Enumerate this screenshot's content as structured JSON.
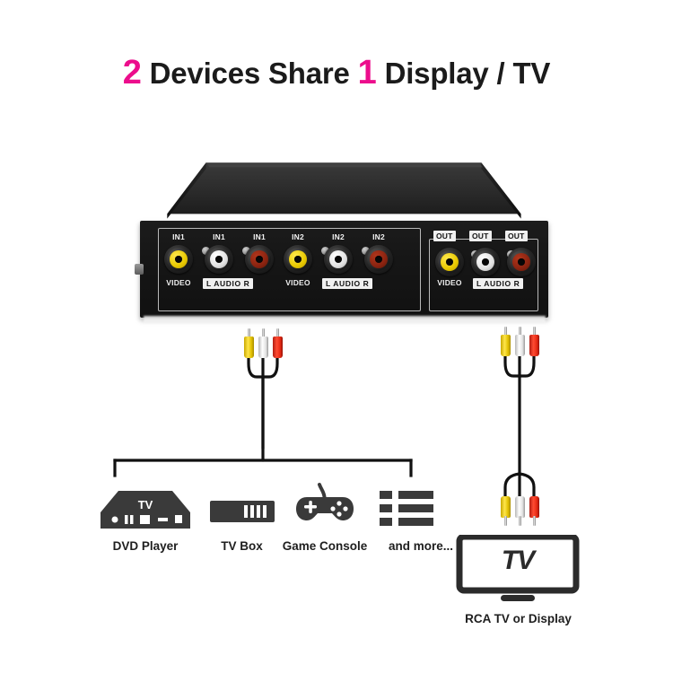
{
  "title": {
    "part1_num": "2",
    "part2": "Devices Share",
    "part3_num": "1",
    "part4": "Display / TV",
    "accent_color": "#ec0d8c",
    "text_color": "#1b1b1b"
  },
  "device": {
    "name": "2-port RCA AV switch box",
    "body_color": "#161616",
    "input_panel": {
      "label": "inputs",
      "groups": [
        {
          "name": "IN1",
          "ports": [
            {
              "label": "IN1",
              "color": "#e8c800",
              "color_name": "yellow",
              "signal": "VIDEO"
            },
            {
              "label": "IN1",
              "color": "#e2e2e2",
              "color_name": "white",
              "signal": "L"
            },
            {
              "label": "IN1",
              "color": "#8a2310",
              "color_name": "red",
              "signal": "R"
            }
          ],
          "video_label": "VIDEO",
          "audio_label": "L  AUDIO  R"
        },
        {
          "name": "IN2",
          "ports": [
            {
              "label": "IN2",
              "color": "#e8c800",
              "color_name": "yellow",
              "signal": "VIDEO"
            },
            {
              "label": "IN2",
              "color": "#e2e2e2",
              "color_name": "white",
              "signal": "L"
            },
            {
              "label": "IN2",
              "color": "#8a2310",
              "color_name": "red",
              "signal": "R"
            }
          ],
          "video_label": "VIDEO",
          "audio_label": "L  AUDIO  R"
        }
      ]
    },
    "output_panel": {
      "label": "output",
      "ports": [
        {
          "label": "OUT",
          "color": "#e8c800",
          "color_name": "yellow",
          "signal": "VIDEO"
        },
        {
          "label": "OUT",
          "color": "#e2e2e2",
          "color_name": "white",
          "signal": "L"
        },
        {
          "label": "OUT",
          "color": "#8a2310",
          "color_name": "red",
          "signal": "R"
        }
      ],
      "video_label": "VIDEO",
      "audio_label": "L  AUDIO  R"
    }
  },
  "cables": {
    "input_cable": {
      "name": "input-rca-cable",
      "plugs": [
        "yellow",
        "white",
        "red"
      ]
    },
    "output_cable": {
      "name": "output-rca-cable",
      "plugs": [
        "yellow",
        "white",
        "red"
      ]
    }
  },
  "sources": {
    "items": [
      {
        "label": "DVD Player",
        "icon": "dvd-player-icon",
        "badge": "TV"
      },
      {
        "label": "TV Box",
        "icon": "tv-box-icon"
      },
      {
        "label": "Game Console",
        "icon": "game-controller-icon"
      },
      {
        "label": "and more...",
        "icon": "list-more-icon"
      }
    ]
  },
  "display": {
    "screen_text": "TV",
    "label": "RCA TV or Display",
    "icon": "tv-monitor-icon"
  }
}
